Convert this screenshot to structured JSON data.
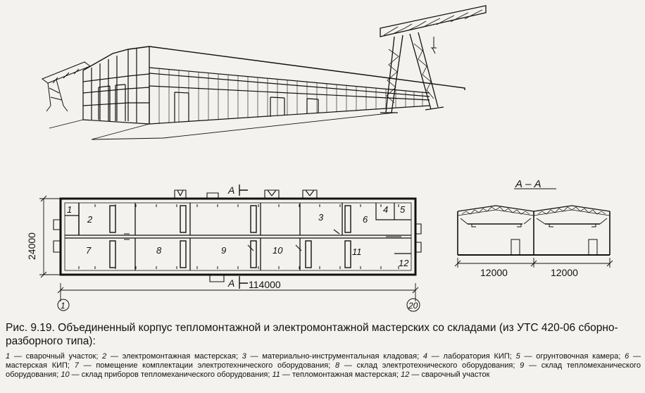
{
  "plan": {
    "dim_height": "24000",
    "dim_length": "114000",
    "section_mark": "A",
    "axis_start": "1",
    "axis_end": "20",
    "rooms": [
      "1",
      "2",
      "3",
      "4",
      "5",
      "6",
      "7",
      "8",
      "9",
      "10",
      "11",
      "12"
    ]
  },
  "section": {
    "title": "А – А",
    "span_left": "12000",
    "span_right": "12000"
  },
  "caption": {
    "title": "Рис. 9.19. Объединенный корпус тепломонтажной и электромонтажной мастерских со складами (из УТС 420-06 сборно-разборного типа):",
    "legend": [
      {
        "num": "1",
        "text": "сварочный участок"
      },
      {
        "num": "2",
        "text": "электромонтажная мастерская"
      },
      {
        "num": "3",
        "text": "материально-инструментальная кладовая"
      },
      {
        "num": "4",
        "text": "лаборатория КИП"
      },
      {
        "num": "5",
        "text": "огрунтовочная камера"
      },
      {
        "num": "6",
        "text": "мастерская КИП"
      },
      {
        "num": "7",
        "text": "помещение комплектации электротехнического оборудования"
      },
      {
        "num": "8",
        "text": "склад электротехнического оборудования"
      },
      {
        "num": "9",
        "text": "склад тепломеханического оборудования"
      },
      {
        "num": "10",
        "text": "склад приборов тепломеханического оборудования"
      },
      {
        "num": "11",
        "text": "тепломонтажная мастерская"
      },
      {
        "num": "12",
        "text": "сварочный участок"
      }
    ]
  }
}
